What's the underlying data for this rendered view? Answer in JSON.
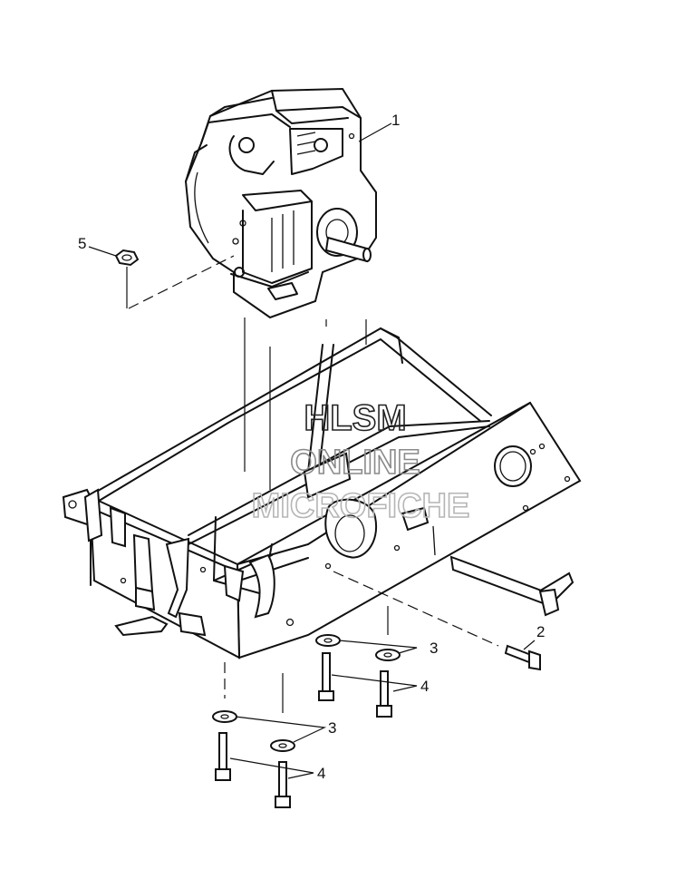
{
  "callouts": {
    "engine": "1",
    "bolt_side": "2",
    "washer_right": "3",
    "bolt_right": "4",
    "washer_left": "3",
    "bolt_left": "4",
    "nut": "5"
  },
  "watermark": {
    "line1": "HLSM",
    "line2": "ONLINE",
    "line3": "MICROFICHE"
  }
}
